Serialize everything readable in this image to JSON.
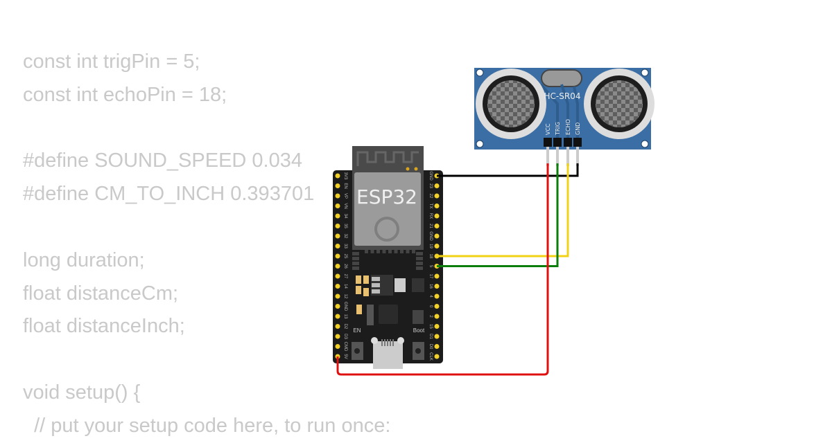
{
  "code_lines": [
    "const int trigPin = 5;",
    "const int echoPin = 18;",
    "",
    "#define SOUND_SPEED 0.034",
    "#define CM_TO_INCH 0.393701",
    "",
    "long duration;",
    "float distanceCm;",
    "float distanceInch;",
    "",
    "void setup() {",
    "  // put your setup code here, to run once:"
  ],
  "esp32": {
    "label": "ESP32",
    "left_pins": [
      "3V3",
      "EN",
      "VP",
      "VN",
      "34",
      "35",
      "32",
      "33",
      "25",
      "26",
      "27",
      "14",
      "12",
      "GND",
      "13",
      "D2",
      "D3",
      "CMD",
      "5V"
    ],
    "right_pins": [
      "GND",
      "23",
      "22",
      "TX",
      "RX",
      "21",
      "GND",
      "19",
      "18",
      "5",
      "17",
      "16",
      "4",
      "0",
      "2",
      "15",
      "D1",
      "D0",
      "CLK"
    ],
    "en_label": "EN",
    "boot_label": "Boot"
  },
  "sensor": {
    "label": "HC-SR04",
    "pins": [
      "VCC",
      "TRIG",
      "ECHO",
      "GND"
    ]
  },
  "wires": [
    {
      "from": "GND",
      "to": "GND",
      "color": "#000000"
    },
    {
      "from": "18",
      "to": "ECHO",
      "color": "#f2d214"
    },
    {
      "from": "5",
      "to": "TRIG",
      "color": "#0a7d0a"
    },
    {
      "from": "5V",
      "to": "VCC",
      "color": "#e01010"
    }
  ]
}
